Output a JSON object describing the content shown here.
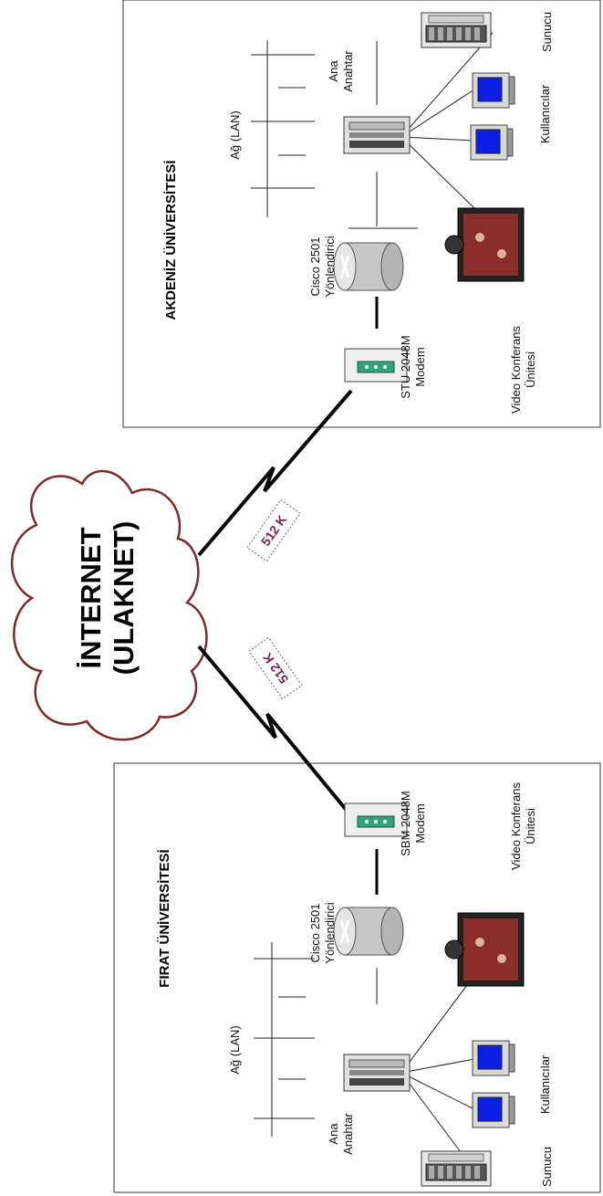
{
  "internet": {
    "line1": "İNTERNET",
    "line2": "(ULAKNET)"
  },
  "links": {
    "top": "512 K",
    "bottom": "512 K"
  },
  "akdeniz": {
    "title": "AKDENİZ ÜNİVERSİTESİ",
    "lan": "Ağ (LAN)",
    "switch": [
      "Ana",
      "Anahtar"
    ],
    "server": "Sunucu",
    "users": "Kullanıcılar",
    "router": [
      "Cisco 2501",
      "Yönlendirici"
    ],
    "modem": [
      "STU 2048M",
      "Modem"
    ],
    "video": [
      "Video Konferans",
      "Ünitesi"
    ]
  },
  "firat": {
    "title": "FIRAT ÜNİVERSİTESİ",
    "lan": "Ağ (LAN)",
    "switch": [
      "Ana",
      "Anahtar"
    ],
    "server": "Sunucu",
    "users": "Kullanıcılar",
    "router": [
      "Cisco 2501",
      "Yönlendirici"
    ],
    "modem": [
      "SBM 2048M",
      "Modem"
    ],
    "video": [
      "Video Konferans",
      "Ünitesi"
    ]
  }
}
